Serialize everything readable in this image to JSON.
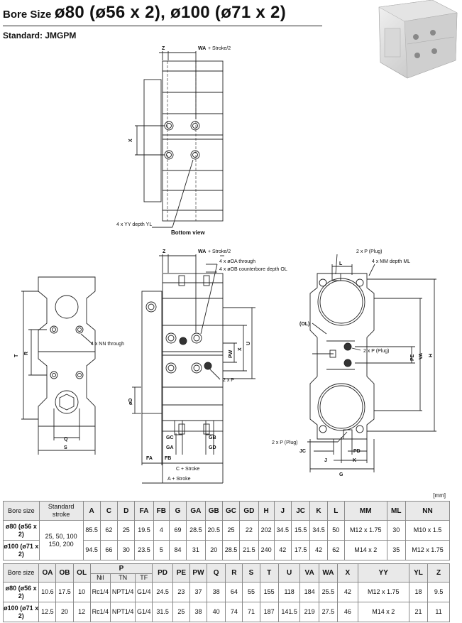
{
  "title": {
    "prefix": "Bore Size",
    "main": "ø80 (ø56 x 2), ø100 (ø71 x 2)"
  },
  "standard": "Standard: JMGPM",
  "views": {
    "bottom_caption": "Bottom view",
    "labels": {
      "z": "Z",
      "wa": "WA",
      "plus_stroke_half": "+ Stroke/2",
      "x": "X",
      "yy": "4 x YY depth YL",
      "oa": "4 x øOA through",
      "ob": "4 x øOB counterbore depth OL",
      "nn": "4 x NN through",
      "t": "T",
      "r": "R",
      "q": "Q",
      "s": "S",
      "d": "øD",
      "pw": "PW",
      "u": "U",
      "p2": "2 x P",
      "gc": "GC",
      "gb": "GB",
      "ga": "GA",
      "gd": "GD",
      "fa": "FA",
      "fb": "FB",
      "c_stroke": "C + Stroke",
      "a_stroke": "A + Stroke",
      "p_plug_top": "2 x P (Plug)",
      "mm_depth": "4 x MM depth ML",
      "l": "L",
      "ol": "(OL)",
      "p_plug_mid": "2 x P (Plug)",
      "pe": "PE",
      "va": "VA",
      "h": "H",
      "p_plug_bot": "2 x P (Plug)",
      "jc": "JC",
      "pd": "PD",
      "j": "J",
      "k": "K",
      "g": "G"
    }
  },
  "unit": "[mm]",
  "table1": {
    "headers": [
      "Bore size",
      "Standard stroke",
      "A",
      "C",
      "D",
      "FA",
      "FB",
      "G",
      "GA",
      "GB",
      "GC",
      "GD",
      "H",
      "J",
      "JC",
      "K",
      "L",
      "MM",
      "ML",
      "NN"
    ],
    "stroke": "25, 50, 100 150, 200",
    "rows": [
      {
        "bore": "ø80 (ø56 x 2)",
        "values": [
          "85.5",
          "62",
          "25",
          "19.5",
          "4",
          "69",
          "28.5",
          "20.5",
          "25",
          "22",
          "202",
          "34.5",
          "15.5",
          "34.5",
          "50",
          "M12 x 1.75",
          "30",
          "M10 x 1.5"
        ]
      },
      {
        "bore": "ø100 (ø71 x 2)",
        "values": [
          "94.5",
          "66",
          "30",
          "23.5",
          "5",
          "84",
          "31",
          "20",
          "28.5",
          "21.5",
          "240",
          "42",
          "17.5",
          "42",
          "62",
          "M14 x 2",
          "35",
          "M12 x 1.75"
        ]
      }
    ]
  },
  "table2": {
    "headers": [
      "Bore size",
      "OA",
      "OB",
      "OL",
      "P",
      "PD",
      "PE",
      "PW",
      "Q",
      "R",
      "S",
      "T",
      "U",
      "VA",
      "WA",
      "X",
      "YY",
      "YL",
      "Z"
    ],
    "p_sub": [
      "Nil",
      "TN",
      "TF"
    ],
    "rows": [
      {
        "bore": "ø80 (ø56 x 2)",
        "values": [
          "10.6",
          "17.5",
          "10",
          "Rc1/4",
          "NPT1/4",
          "G1/4",
          "24.5",
          "23",
          "37",
          "38",
          "64",
          "55",
          "155",
          "118",
          "184",
          "25.5",
          "42",
          "M12 x 1.75",
          "18",
          "9.5"
        ]
      },
      {
        "bore": "ø100 (ø71 x 2)",
        "values": [
          "12.5",
          "20",
          "12",
          "Rc1/4",
          "NPT1/4",
          "G1/4",
          "31.5",
          "25",
          "38",
          "40",
          "74",
          "71",
          "187",
          "141.5",
          "219",
          "27.5",
          "46",
          "M14 x 2",
          "21",
          "11"
        ]
      }
    ]
  }
}
